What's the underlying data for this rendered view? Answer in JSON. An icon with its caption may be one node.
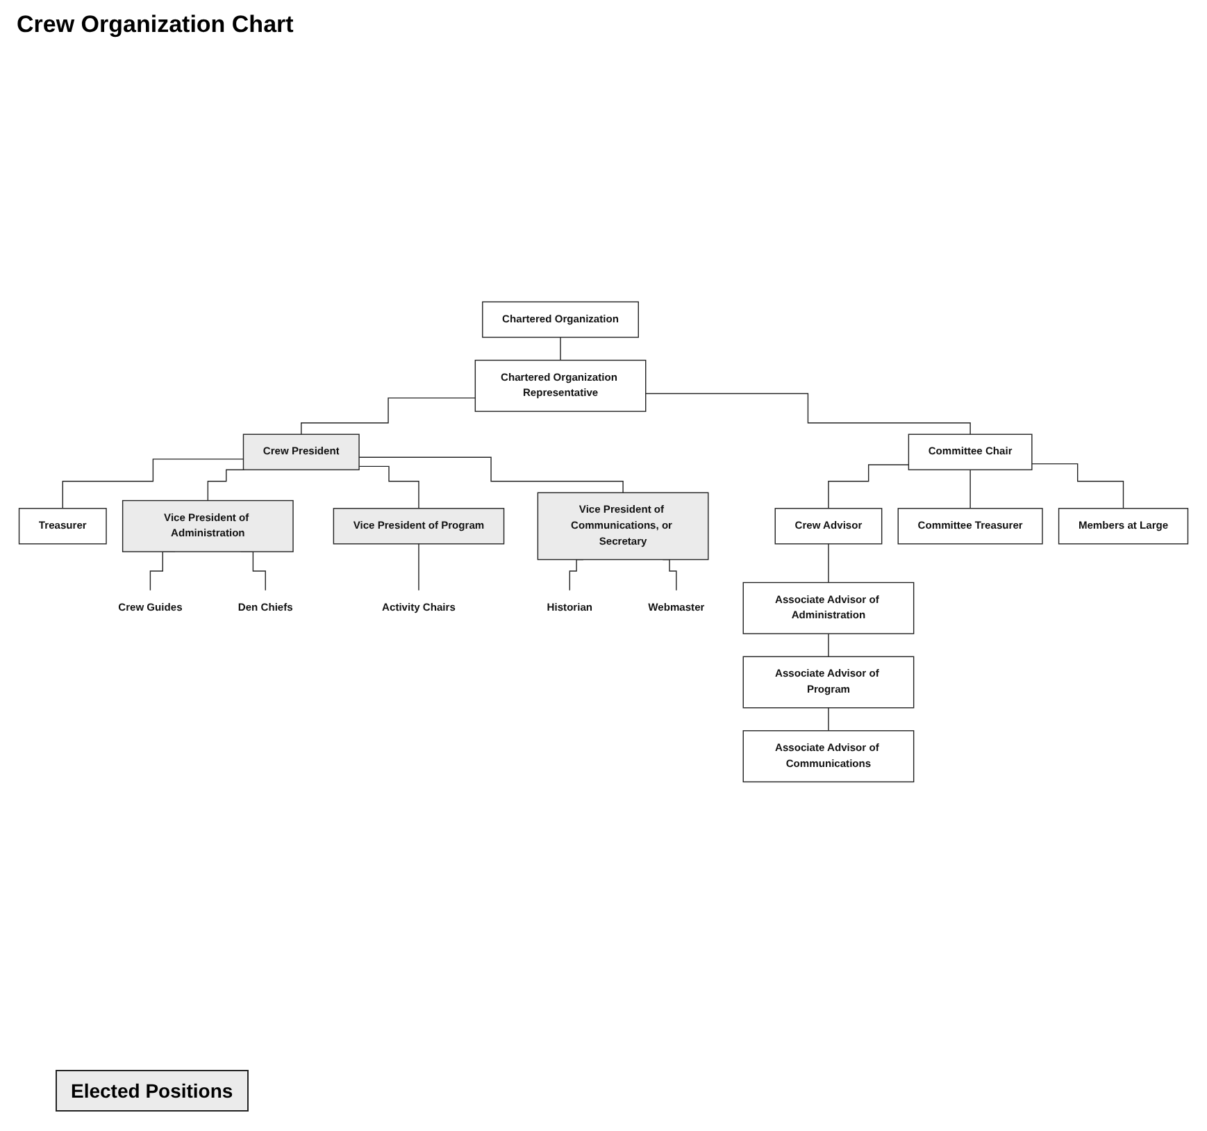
{
  "diagram": {
    "title": "Crew Organization Chart",
    "nodes": [
      {
        "text": [
          "Chartered Organization"
        ]
      },
      {
        "text": [
          "Chartered Organization Representative"
        ]
      },
      {
        "text": [
          "Crew President"
        ]
      },
      {
        "text": [
          "Treasurer"
        ]
      },
      {
        "text": [
          "Vice President of Administration"
        ]
      },
      {
        "text": [
          "Vice President of Program"
        ]
      },
      {
        "text": [
          "Vice President of Communications, or Secretary"
        ]
      },
      {
        "text": [
          "Crew Guides"
        ]
      },
      {
        "text": [
          "Den Chiefs"
        ]
      },
      {
        "text": [
          "Activity Chairs"
        ]
      },
      {
        "text": [
          "Historian"
        ]
      },
      {
        "text": [
          "Webmaster"
        ]
      },
      {
        "text": [
          "Committee Chair"
        ]
      },
      {
        "text": [
          "Crew Advisor"
        ]
      },
      {
        "text": [
          "Committee Treasurer"
        ]
      },
      {
        "text": [
          "Members at Large"
        ]
      },
      {
        "text": [
          "Associate Advisor of Administration"
        ]
      },
      {
        "text": [
          "Associate Advisor of Program"
        ]
      },
      {
        "text": [
          "Associate Advisor of Communications"
        ]
      }
    ],
    "edges": [
      {
        "from": 0,
        "to": 1,
        "arrow": "none"
      },
      {
        "from": 1,
        "to": 2,
        "arrow": "none"
      },
      {
        "from": 1,
        "to": 12,
        "arrow": "none"
      },
      {
        "from": 2,
        "to": 3,
        "arrow": "none"
      },
      {
        "from": 2,
        "to": 4,
        "arrow": "none"
      },
      {
        "from": 2,
        "to": 5,
        "arrow": "none"
      },
      {
        "from": 2,
        "to": 6,
        "arrow": "none"
      },
      {
        "from": 4,
        "to": 7,
        "arrow": "none"
      },
      {
        "from": 4,
        "to": 8,
        "arrow": "none"
      },
      {
        "from": 5,
        "to": 9,
        "arrow": "none"
      },
      {
        "from": 6,
        "to": 10,
        "arrow": "none"
      },
      {
        "from": 6,
        "to": 11,
        "arrow": "none"
      },
      {
        "from": 12,
        "to": 13,
        "arrow": "none"
      },
      {
        "from": 12,
        "to": 14,
        "arrow": "none"
      },
      {
        "from": 12,
        "to": 15,
        "arrow": "none"
      },
      {
        "from": 13,
        "to": 16,
        "arrow": "none"
      },
      {
        "from": 16,
        "to": 17,
        "arrow": "none"
      },
      {
        "from": 17,
        "to": 18,
        "arrow": "none"
      }
    ],
    "legend": [
      {
        "text": "Elected Positions",
        "color": "#ebebeb"
      }
    ]
  }
}
